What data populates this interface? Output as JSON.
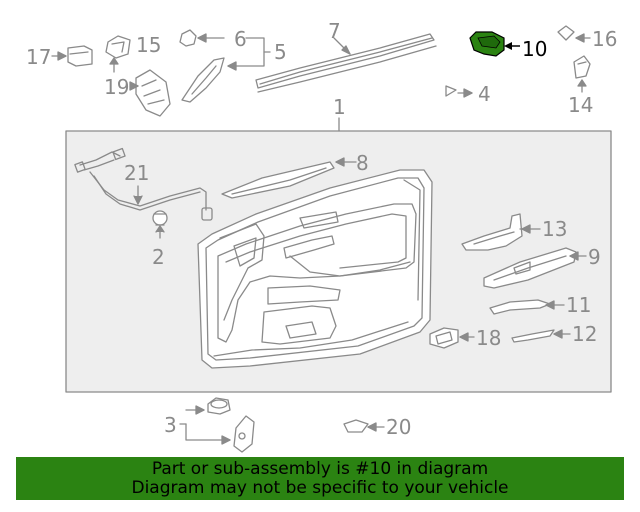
{
  "callouts": {
    "c1": "1",
    "c2": "2",
    "c3": "3",
    "c4": "4",
    "c5": "5",
    "c6": "6",
    "c7": "7",
    "c8": "8",
    "c9": "9",
    "c10": "10",
    "c11": "11",
    "c12": "12",
    "c13": "13",
    "c14": "14",
    "c15": "15",
    "c16": "16",
    "c17": "17",
    "c18": "18",
    "c19": "19",
    "c20": "20",
    "c21": "21"
  },
  "highlighted_part": "10",
  "colors": {
    "line": "#8a8a8a",
    "panel_fill": "#eeeeee",
    "highlight": "#2b8312",
    "banner": "#2b8312",
    "text": "#000000"
  },
  "banner": {
    "line1": "Part or sub-assembly is #10 in diagram",
    "line2": "Diagram may not be specific to your vehicle"
  }
}
